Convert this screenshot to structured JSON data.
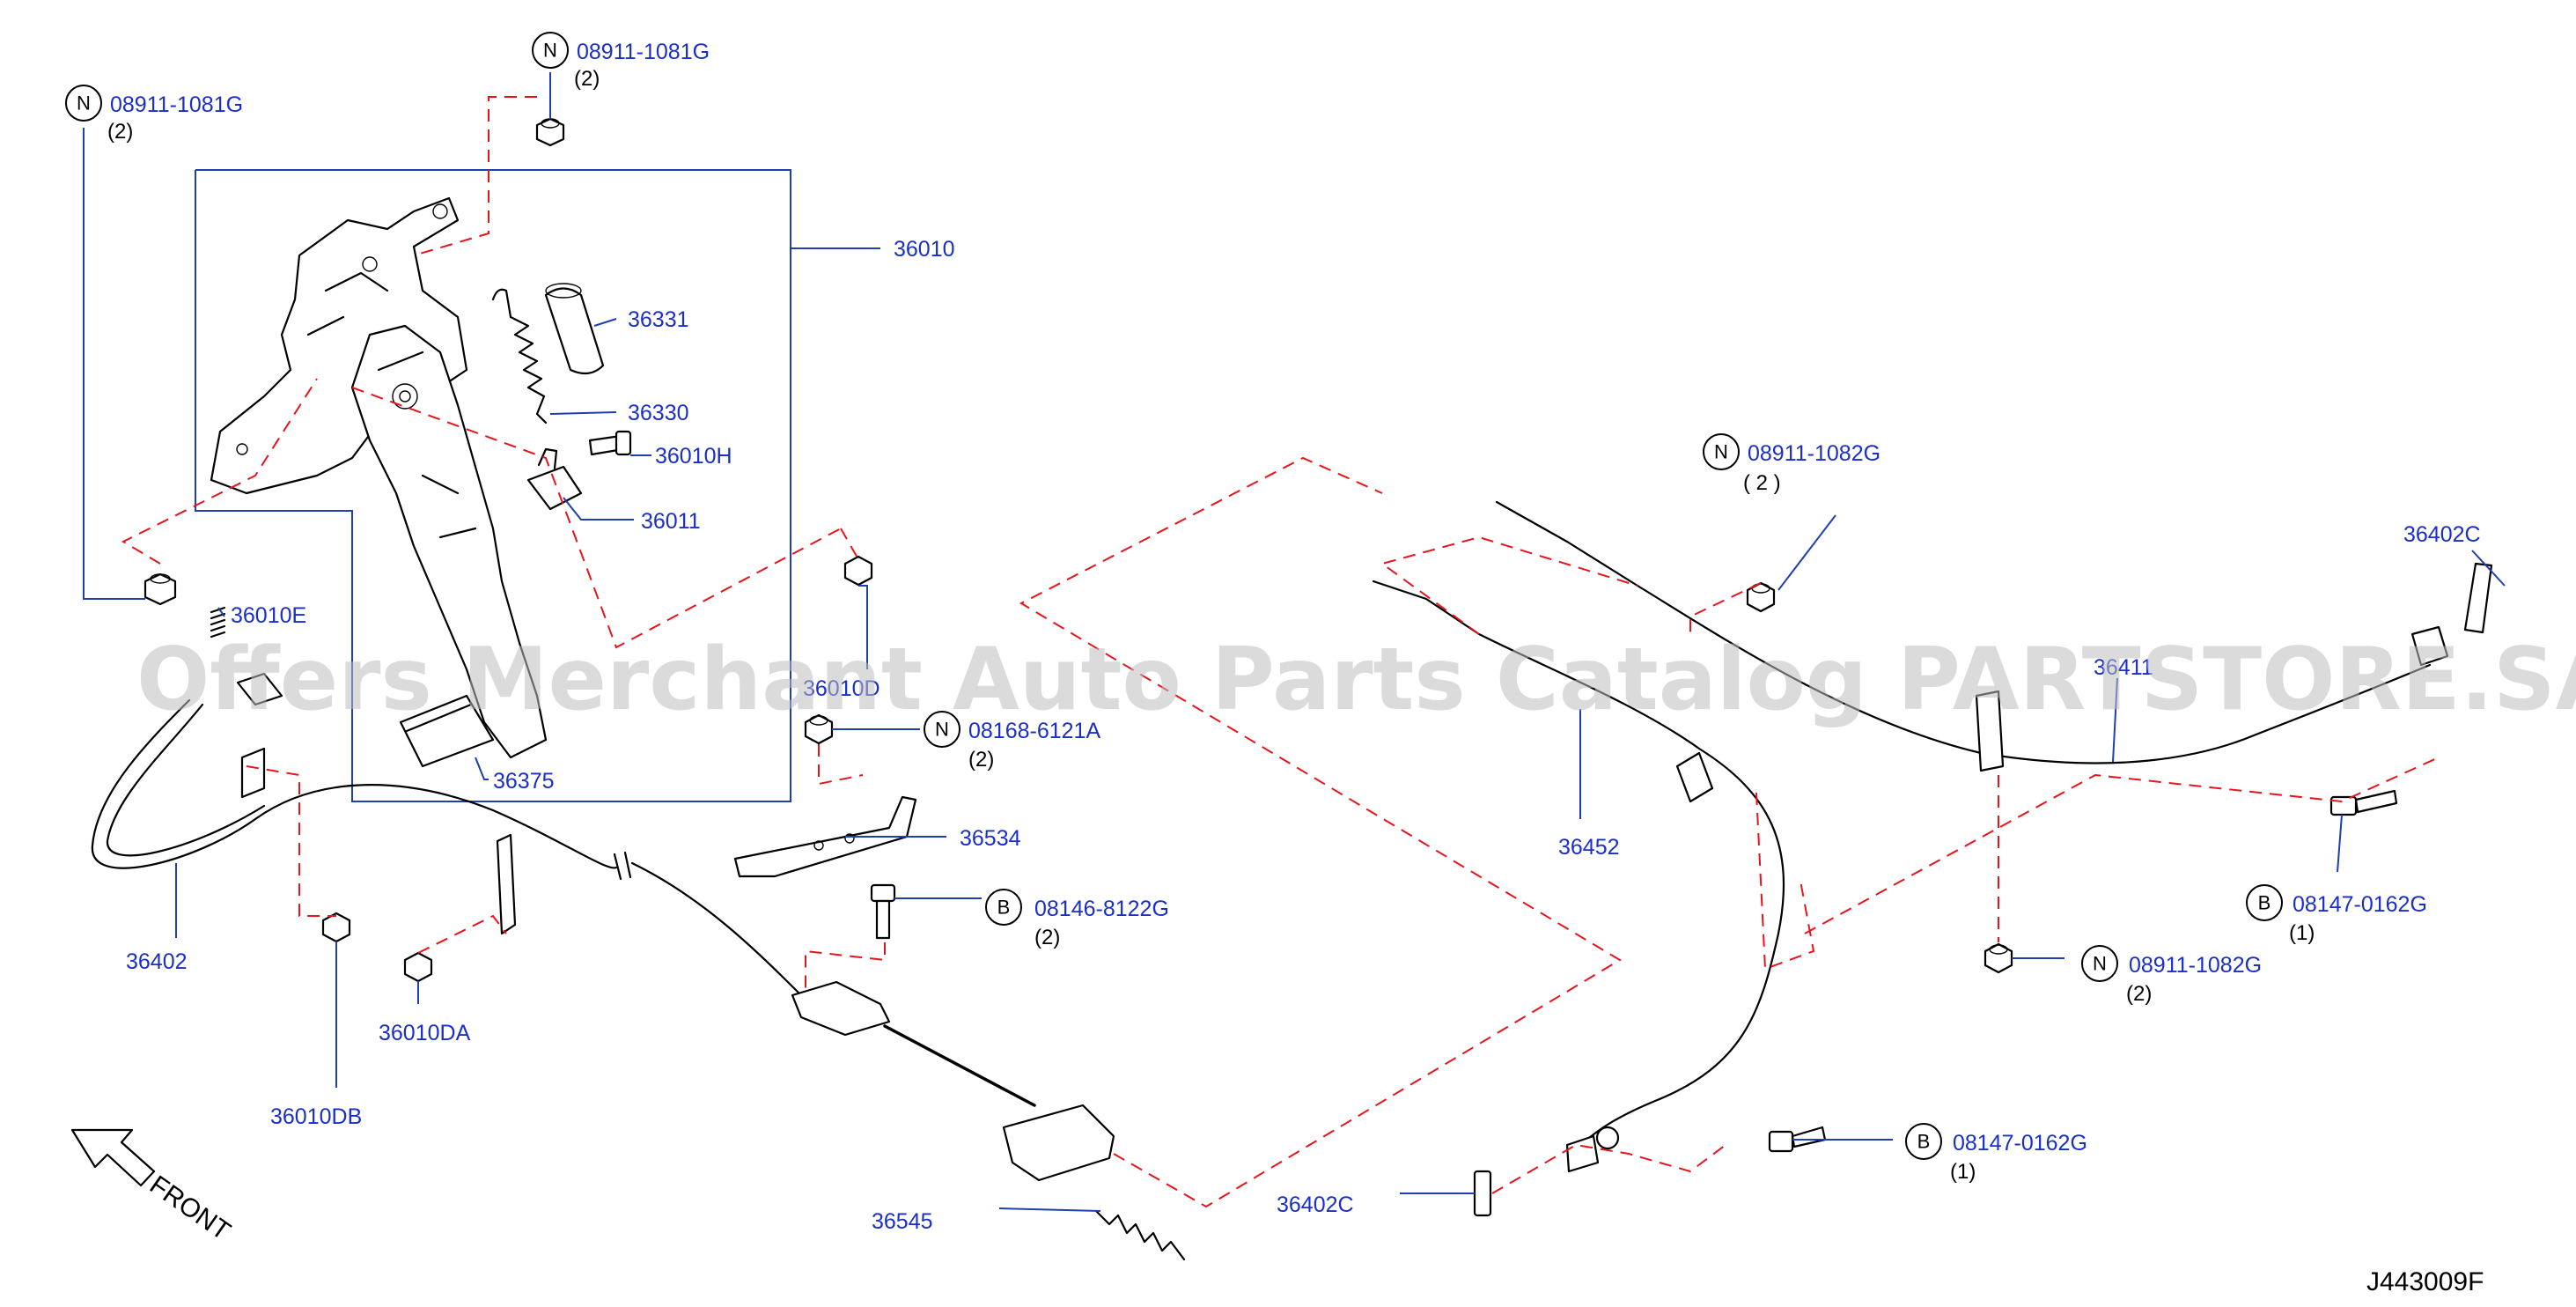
{
  "watermark": "Offers Merchant Auto Parts Catalog PARTSTORE.SA",
  "diagram_code": "J443009F",
  "front_label": "FRONT",
  "callouts": [
    {
      "id": "c1",
      "prefix": "N",
      "part": "08911-1081G",
      "qty": "(2)"
    },
    {
      "id": "c2",
      "prefix": "N",
      "part": "08911-1081G",
      "qty": "(2)"
    },
    {
      "id": "c3",
      "prefix": "",
      "part": "36010",
      "qty": ""
    },
    {
      "id": "c4",
      "prefix": "",
      "part": "36331",
      "qty": ""
    },
    {
      "id": "c5",
      "prefix": "",
      "part": "36330",
      "qty": ""
    },
    {
      "id": "c6",
      "prefix": "",
      "part": "36010H",
      "qty": ""
    },
    {
      "id": "c7",
      "prefix": "",
      "part": "36011",
      "qty": ""
    },
    {
      "id": "c8",
      "prefix": "",
      "part": "36010E",
      "qty": ""
    },
    {
      "id": "c9",
      "prefix": "",
      "part": "36010D",
      "qty": ""
    },
    {
      "id": "c10",
      "prefix": "N",
      "part": "08168-6121A",
      "qty": "(2)"
    },
    {
      "id": "c11",
      "prefix": "",
      "part": "36375",
      "qty": ""
    },
    {
      "id": "c12",
      "prefix": "",
      "part": "36534",
      "qty": ""
    },
    {
      "id": "c13",
      "prefix": "B",
      "part": "08146-8122G",
      "qty": "(2)"
    },
    {
      "id": "c14",
      "prefix": "",
      "part": "36402",
      "qty": ""
    },
    {
      "id": "c15",
      "prefix": "",
      "part": "36010DA",
      "qty": ""
    },
    {
      "id": "c16",
      "prefix": "",
      "part": "36010DB",
      "qty": ""
    },
    {
      "id": "c17",
      "prefix": "",
      "part": "36545",
      "qty": ""
    },
    {
      "id": "c18",
      "prefix": "",
      "part": "36402C",
      "qty": ""
    },
    {
      "id": "c19",
      "prefix": "N",
      "part": "08911-1082G",
      "qty": "( 2 )"
    },
    {
      "id": "c20",
      "prefix": "",
      "part": "36402C",
      "qty": ""
    },
    {
      "id": "c21",
      "prefix": "",
      "part": "36411",
      "qty": ""
    },
    {
      "id": "c22",
      "prefix": "",
      "part": "36452",
      "qty": ""
    },
    {
      "id": "c23",
      "prefix": "B",
      "part": "08147-0162G",
      "qty": "(1)"
    },
    {
      "id": "c24",
      "prefix": "N",
      "part": "08911-1082G",
      "qty": "(2)"
    },
    {
      "id": "c25",
      "prefix": "B",
      "part": "08147-0162G",
      "qty": "(1)"
    }
  ]
}
